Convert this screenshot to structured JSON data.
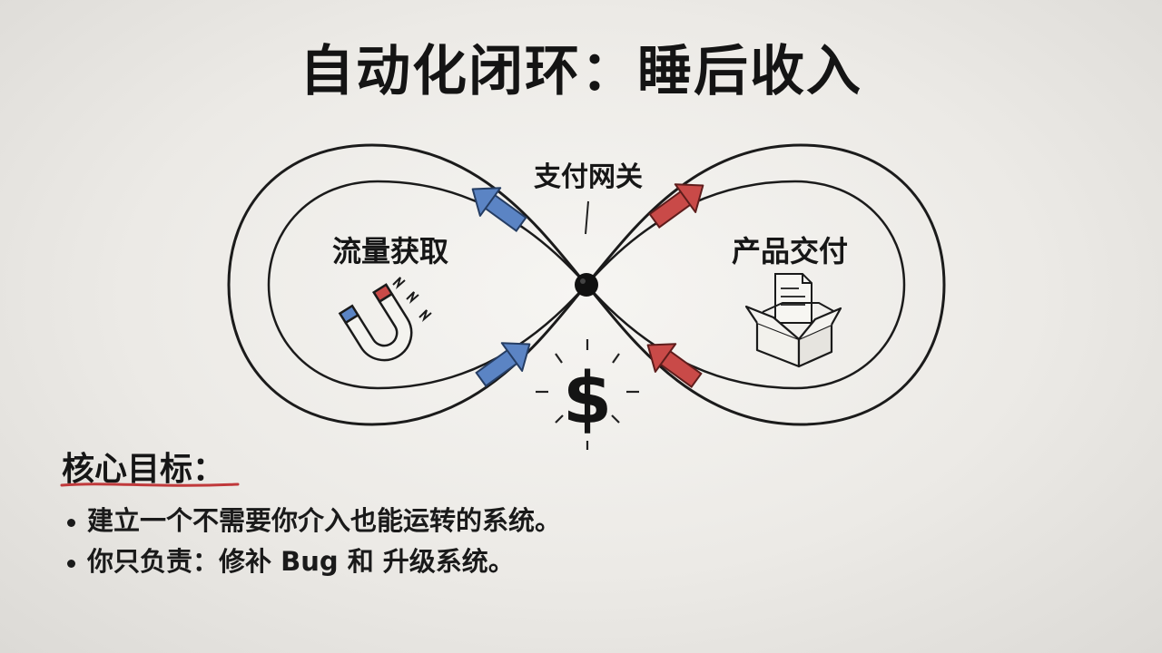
{
  "title": "自动化闭环：睡后收入",
  "nodes": {
    "traffic": "流量获取",
    "gateway": "支付网关",
    "delivery": "产品交付"
  },
  "icons": {
    "traffic": "magnet-icon",
    "gateway": "dollar-icon",
    "delivery": "box-document-icon"
  },
  "colors": {
    "arrow_blue": "#5b84c4",
    "arrow_red": "#c94a48",
    "underline": "#c0393b",
    "ink": "#161616"
  },
  "goal": {
    "heading": "核心目标：",
    "bullets": [
      "建立一个不需要你介入也能运转的系统。",
      "你只负责：修补 Bug 和 升级系统。"
    ]
  }
}
